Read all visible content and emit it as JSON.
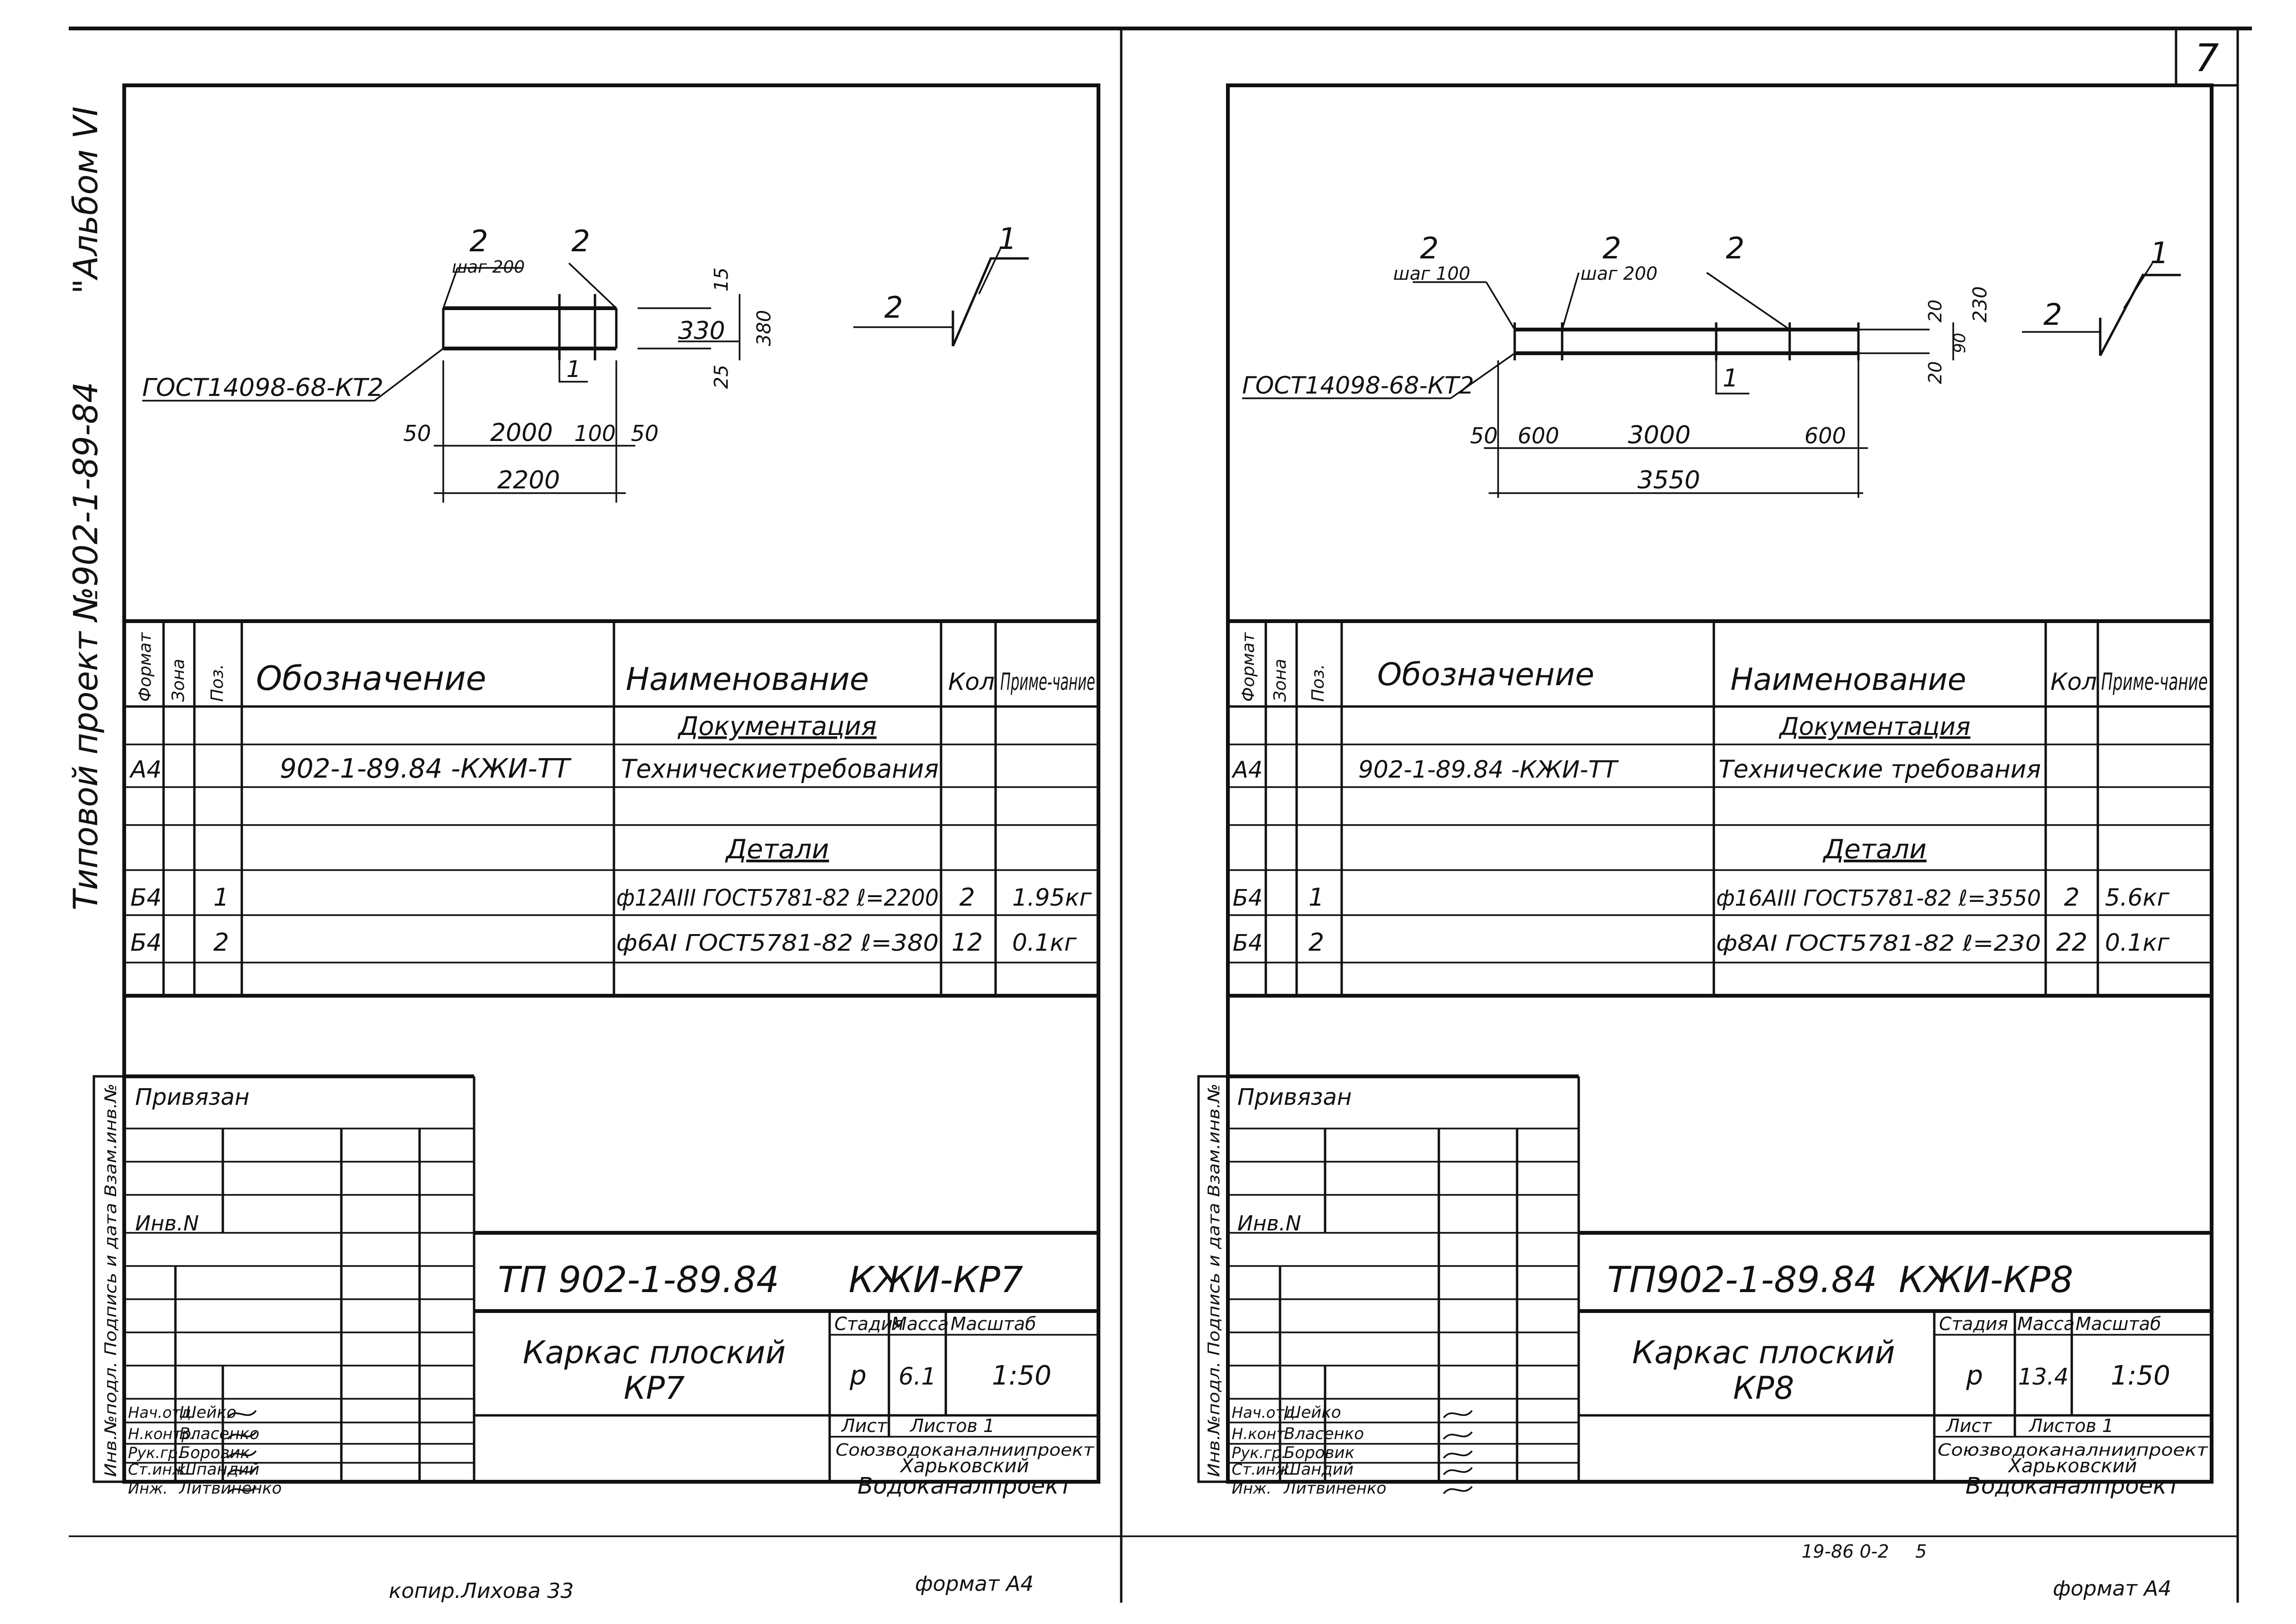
{
  "page_number": "7",
  "left_margin": {
    "album": "\"Альбом VI",
    "project": "Типовой проект №902-1-89-84"
  },
  "bottom": {
    "copied": "копир.Лихова 33",
    "format_left": "формат А4",
    "stamp": "19-86 0-2",
    "stamp2": "5",
    "format_right": "формат А4"
  },
  "sheets": [
    {
      "drawing": {
        "pos_top_left": "2",
        "pos_top_left_note": "шаг 200",
        "pos_top_right": "2",
        "dim_330": "330",
        "dim_15": "15",
        "dim_25": "25",
        "dim_380": "380",
        "pos_1_box": "1",
        "gost_label": "ГОСТ14098-68-КТ2",
        "dim_50_left": "50",
        "dim_2000": "2000",
        "dim_100": "100",
        "dim_50_right": "50",
        "dim_total": "2200",
        "detail_pos_1": "1",
        "detail_pos_2": "2"
      },
      "spec": {
        "headers": [
          "Формат",
          "Зона",
          "Поз.",
          "Обозначение",
          "Наименование",
          "Кол",
          "Приме-чание"
        ],
        "documentation_title": "Документация",
        "rows_doc": [
          {
            "format": "А4",
            "designation": "902-1-89.84 -КЖИ-ТТ",
            "name": "Техническиетребования"
          }
        ],
        "details_title": "Детали",
        "rows": [
          {
            "format": "Б4",
            "pos": "1",
            "name": "ф12АIII ГОСТ5781-82 ℓ=2200",
            "qty": "2",
            "note": "1.95кг"
          },
          {
            "format": "Б4",
            "pos": "2",
            "name": "ф6АI ГОСТ5781-82 ℓ=380",
            "qty": "12",
            "note": "0.1кг"
          }
        ]
      },
      "title_block": {
        "side_label": "Инв.№подл. Подпись и дата Взам.инв.№",
        "bound_label": "Привязан",
        "inv_label": "Инв.N",
        "project_code": "ТП 902-1-89.84",
        "sheet_code": "КЖИ-КР7",
        "stage_h": "Стадия",
        "mass_h": "Масса",
        "scale_h": "Масштаб",
        "stage": "р",
        "mass": "6.1",
        "scale": "1:50",
        "title_line1": "Каркас плоский",
        "title_line2": "КР7",
        "sheet_label": "Лист",
        "sheets_label": "Листов 1",
        "org1": "Союзводоканалниипроект",
        "org2": "Харьковский",
        "org3": "Водоканалпроект",
        "people": [
          {
            "role": "Нач.отд.",
            "name": "Шейко"
          },
          {
            "role": "Н.контр.",
            "name": "Власенко"
          },
          {
            "role": "Рук.гр.",
            "name": "Боровик"
          },
          {
            "role": "Ст.инж.",
            "name": "Шпандий"
          },
          {
            "role": "Инж.",
            "name": "Литвиненко"
          }
        ]
      }
    },
    {
      "drawing": {
        "pos_a": "2",
        "pos_a_note": "шаг 100",
        "pos_b": "2",
        "pos_b_note": "шаг 200",
        "pos_c": "2",
        "dim_20_top": "20",
        "dim_90": "90",
        "dim_20_bot": "20",
        "dim_230": "230",
        "pos_1_box": "1",
        "gost_label": "ГОСТ14098-68-КТ2",
        "dim_50": "50",
        "dim_600_left": "600",
        "dim_3000": "3000",
        "dim_600_right": "600",
        "dim_total": "3550",
        "detail_pos_1": "1",
        "detail_pos_2": "2"
      },
      "spec": {
        "headers": [
          "Формат",
          "Зона",
          "Поз.",
          "Обозначение",
          "Наименование",
          "Кол",
          "Приме-чание"
        ],
        "documentation_title": "Документация",
        "rows_doc": [
          {
            "format": "А4",
            "designation": "902-1-89.84 -КЖИ-ТТ",
            "name": "Технические требования"
          }
        ],
        "details_title": "Детали",
        "rows": [
          {
            "format": "Б4",
            "pos": "1",
            "name": "ф16АIII ГОСТ5781-82 ℓ=3550",
            "qty": "2",
            "note": "5.6кг"
          },
          {
            "format": "Б4",
            "pos": "2",
            "name": "ф8АI ГОСТ5781-82 ℓ=230",
            "qty": "22",
            "note": "0.1кг"
          }
        ]
      },
      "title_block": {
        "side_label": "Инв.№подл. Подпись и дата Взам.инв.№",
        "bound_label": "Привязан",
        "inv_label": "Инв.N",
        "project_code": "ТП902-1-89.84",
        "sheet_code": "КЖИ-КР8",
        "stage_h": "Стадия",
        "mass_h": "Масса",
        "scale_h": "Масштаб",
        "stage": "р",
        "mass": "13.4",
        "scale": "1:50",
        "title_line1": "Каркас плоский",
        "title_line2": "КР8",
        "sheet_label": "Лист",
        "sheets_label": "Листов 1",
        "org1": "Союзводоканалниипроект",
        "org2": "Харьковский",
        "org3": "Водоканалпроект",
        "people": [
          {
            "role": "Нач.отд.",
            "name": "Шейко"
          },
          {
            "role": "Н.конт.",
            "name": "Власенко"
          },
          {
            "role": "Рук.гр.",
            "name": "Боровик"
          },
          {
            "role": "Ст.инж.",
            "name": "Шандий"
          },
          {
            "role": "Инж.",
            "name": "Литвиненко"
          }
        ]
      }
    }
  ]
}
